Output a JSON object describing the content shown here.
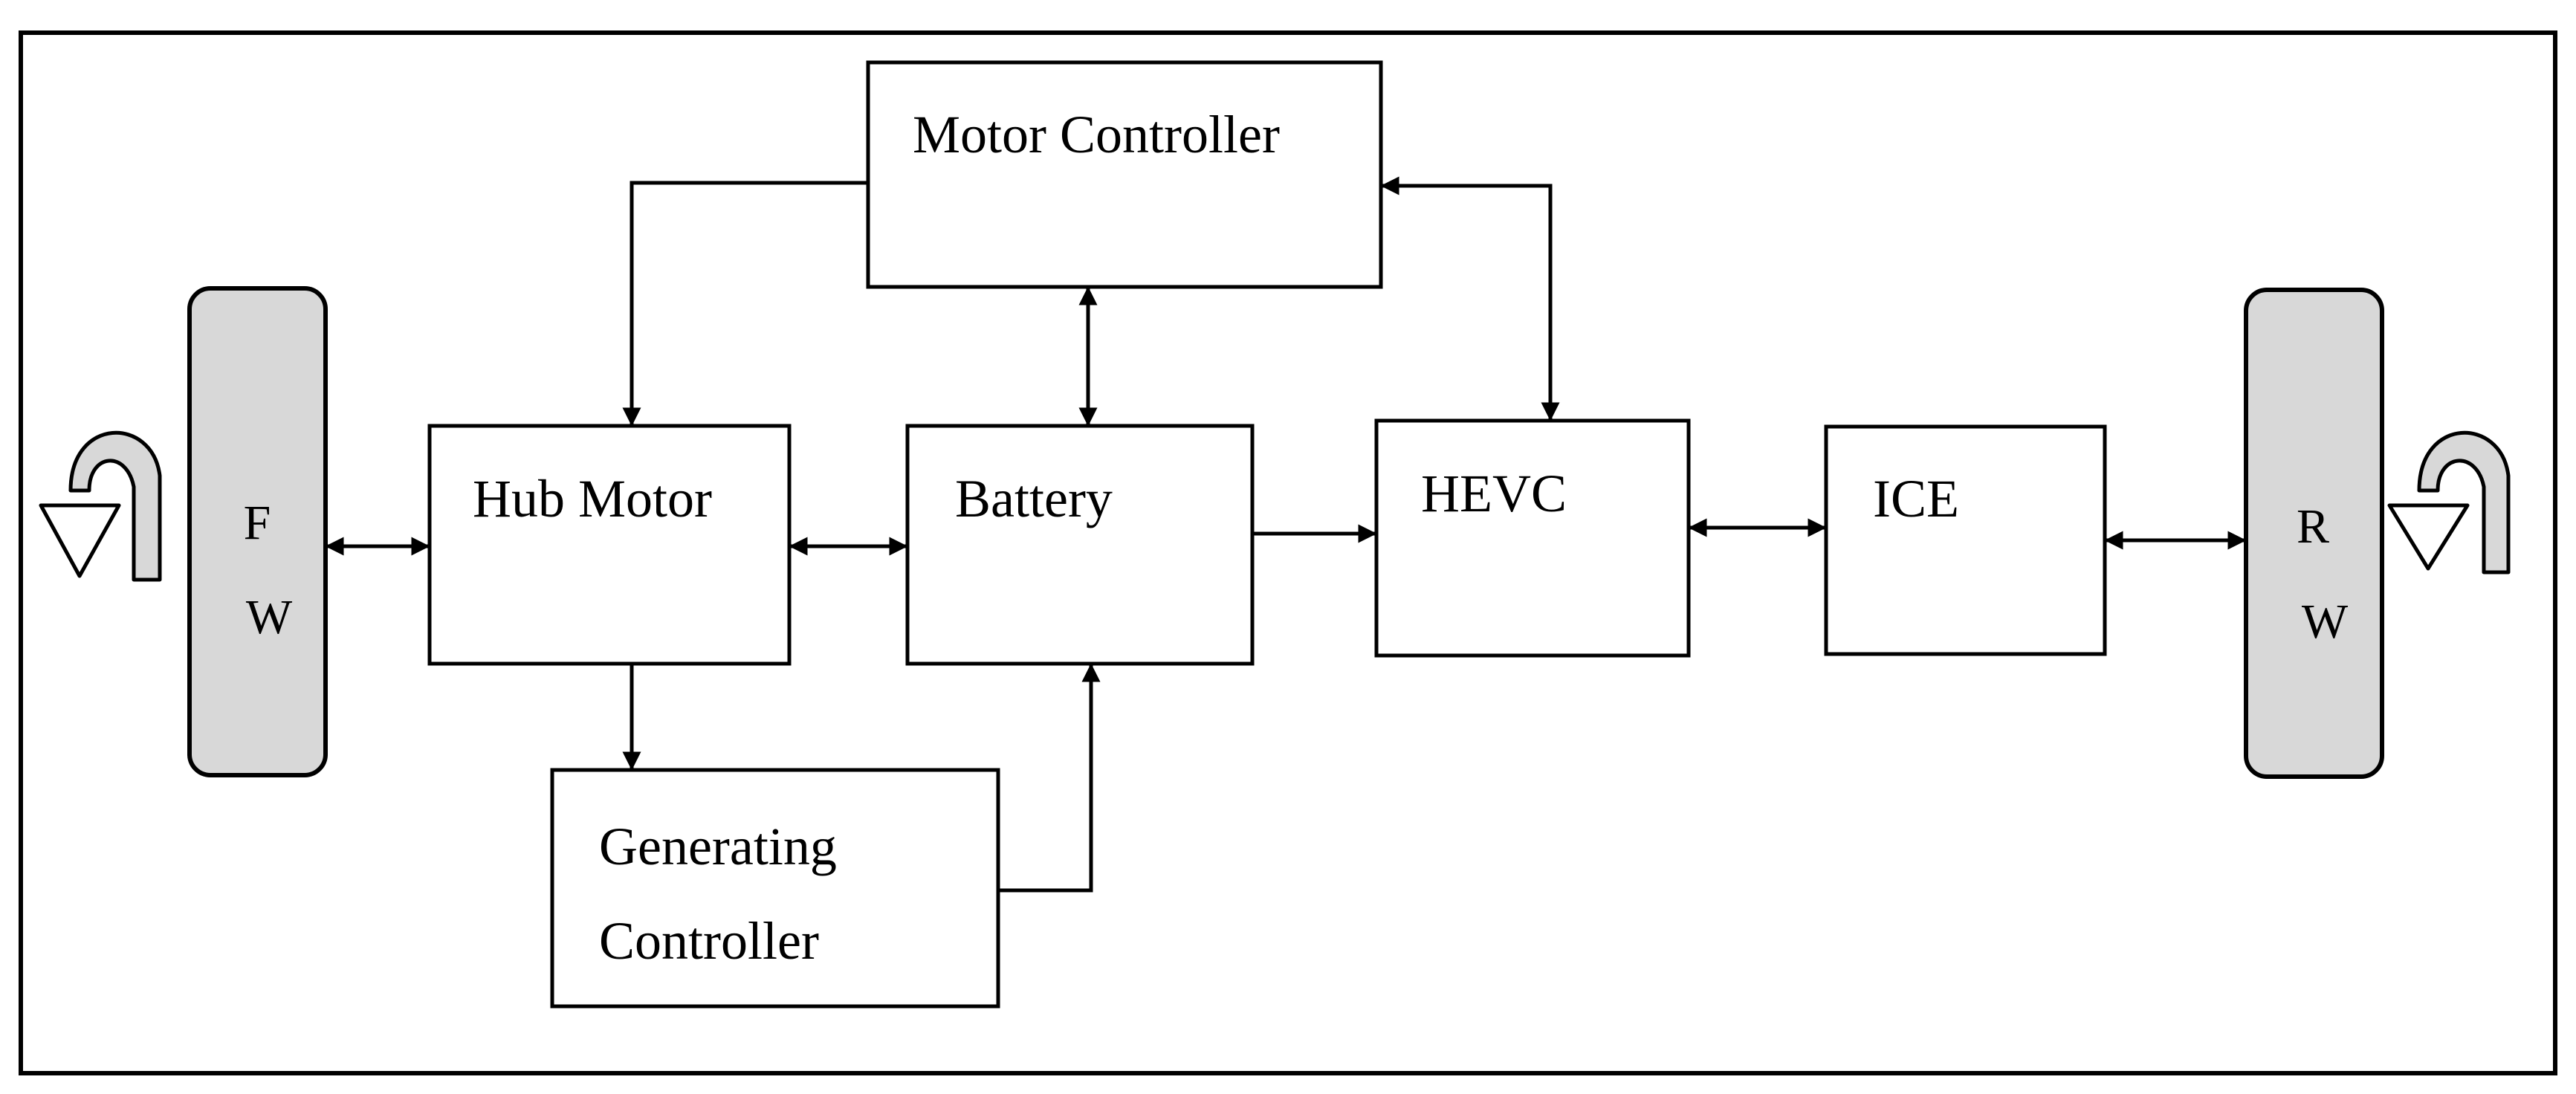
{
  "diagram": {
    "blocks": {
      "motor_controller": "Motor Controller",
      "hub_motor": "Hub Motor",
      "battery": "Battery",
      "hevc": "HEVC",
      "ice": "ICE",
      "generating_controller_line1": "Generating",
      "generating_controller_line2": "Controller"
    },
    "front_wheel": {
      "line1": "F",
      "line2": "W"
    },
    "rear_wheel": {
      "line1": "R",
      "line2": "W"
    }
  },
  "colors": {
    "wheel_fill": "#d8d8d8",
    "stroke": "#000000",
    "background": "#ffffff"
  }
}
